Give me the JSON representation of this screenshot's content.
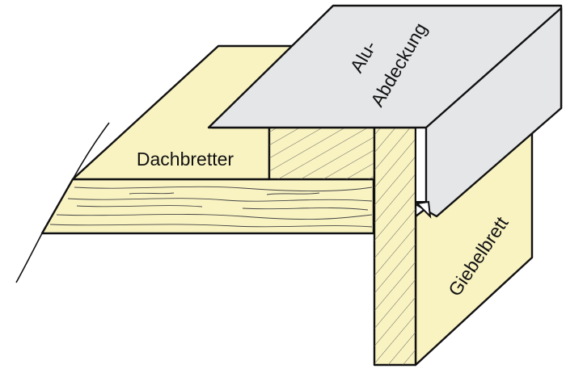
{
  "labels": {
    "cover_line1": "Alu-",
    "cover_line2": "Abdeckung",
    "roof_boards": "Dachbretter",
    "gable_board": "Giebelbrett"
  },
  "colors": {
    "wood": "#f9f3c2",
    "aluminium": "#e5e6e8",
    "outline": "#111111"
  }
}
